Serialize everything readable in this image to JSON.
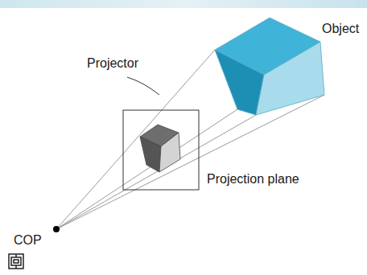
{
  "diagram": {
    "labels": [
      "Object",
      "Projector",
      "Projection plane",
      "COP"
    ]
  }
}
